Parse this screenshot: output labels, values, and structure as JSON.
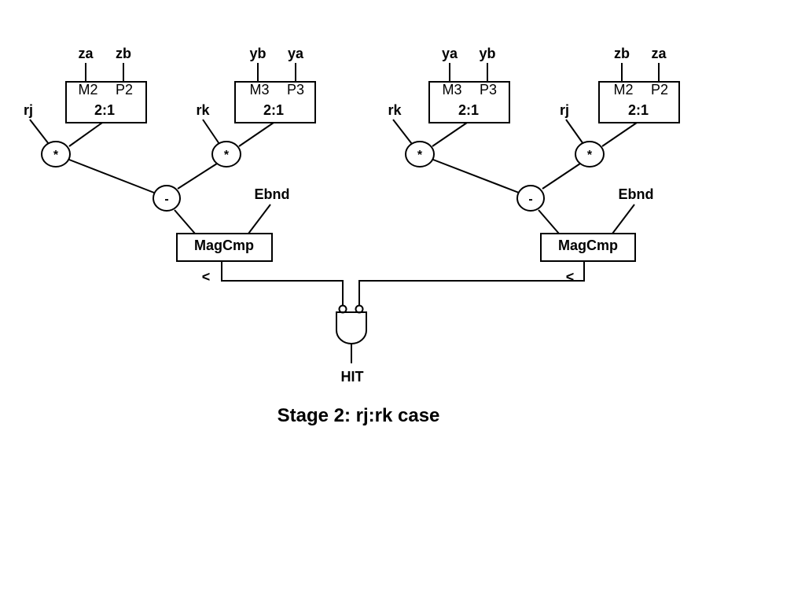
{
  "left": {
    "mux1": {
      "in_top": [
        "za",
        "zb"
      ],
      "ports": [
        "M2",
        "P2"
      ],
      "label": "2:1"
    },
    "mux2": {
      "in_top": [
        "yb",
        "ya"
      ],
      "ports": [
        "M3",
        "P3"
      ],
      "label": "2:1"
    },
    "mul1_input": "rj",
    "mul2_input": "rk",
    "mul_label": "*",
    "sub_label": "-",
    "ebnd": "Ebnd",
    "magcmp": "MagCmp",
    "lt": "<"
  },
  "right": {
    "mux1": {
      "in_top": [
        "ya",
        "yb"
      ],
      "ports": [
        "M3",
        "P3"
      ],
      "label": "2:1"
    },
    "mux2": {
      "in_top": [
        "zb",
        "za"
      ],
      "ports": [
        "M2",
        "P2"
      ],
      "label": "2:1"
    },
    "mul1_input": "rk",
    "mul2_input": "rj",
    "mul_label": "*",
    "sub_label": "-",
    "ebnd": "Ebnd",
    "magcmp": "MagCmp",
    "lt": "<"
  },
  "output": "HIT",
  "title": "Stage 2: rj:rk case"
}
